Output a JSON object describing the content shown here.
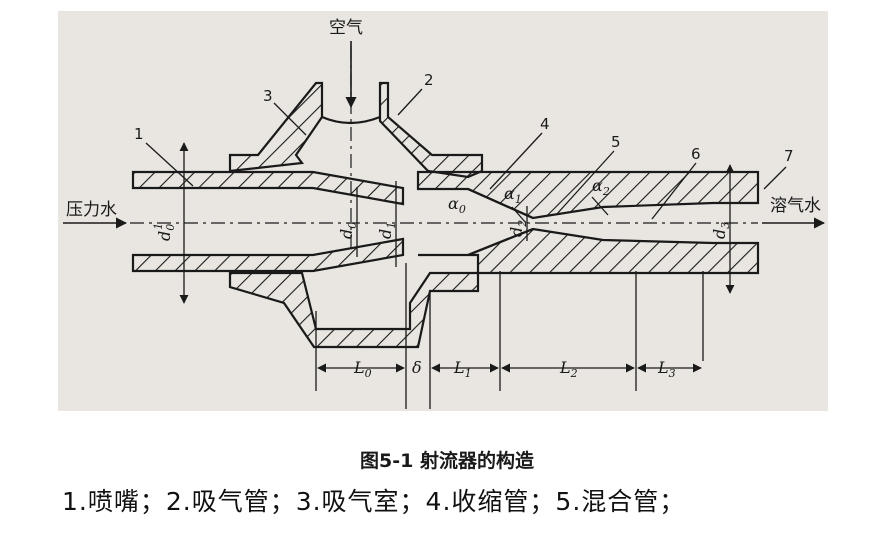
{
  "labels": {
    "air": "空气",
    "pressure_water": "压力水",
    "dissolved_water": "溶气水",
    "parts": [
      "1",
      "2",
      "3",
      "4",
      "5",
      "6",
      "7"
    ],
    "d0_1": "d",
    "d0_1_sub": "0",
    "d0_1_sup": "1",
    "d0": "d",
    "d0_sub": "0",
    "d1": "d",
    "d1_sub": "1",
    "d2": "d",
    "d2_sub": "2",
    "d3": "d",
    "d3_sub": "3",
    "alpha0": "α",
    "alpha0_sub": "0",
    "alpha1": "α",
    "alpha1_sub": "1",
    "alpha2": "α",
    "alpha2_sub": "2",
    "L0": "L",
    "L0_sub": "0",
    "delta": "δ",
    "L1": "L",
    "L1_sub": "1",
    "L2": "L",
    "L2_sub": "2",
    "L3": "L",
    "L3_sub": "3"
  },
  "caption": "图5-1 射流器的构造",
  "legend": "1.喷嘴；2.吸气管；3.吸气室；4.收缩管；5.混合管；",
  "colors": {
    "line": "#1a1a1a",
    "paper": "#e9e6e1"
  }
}
